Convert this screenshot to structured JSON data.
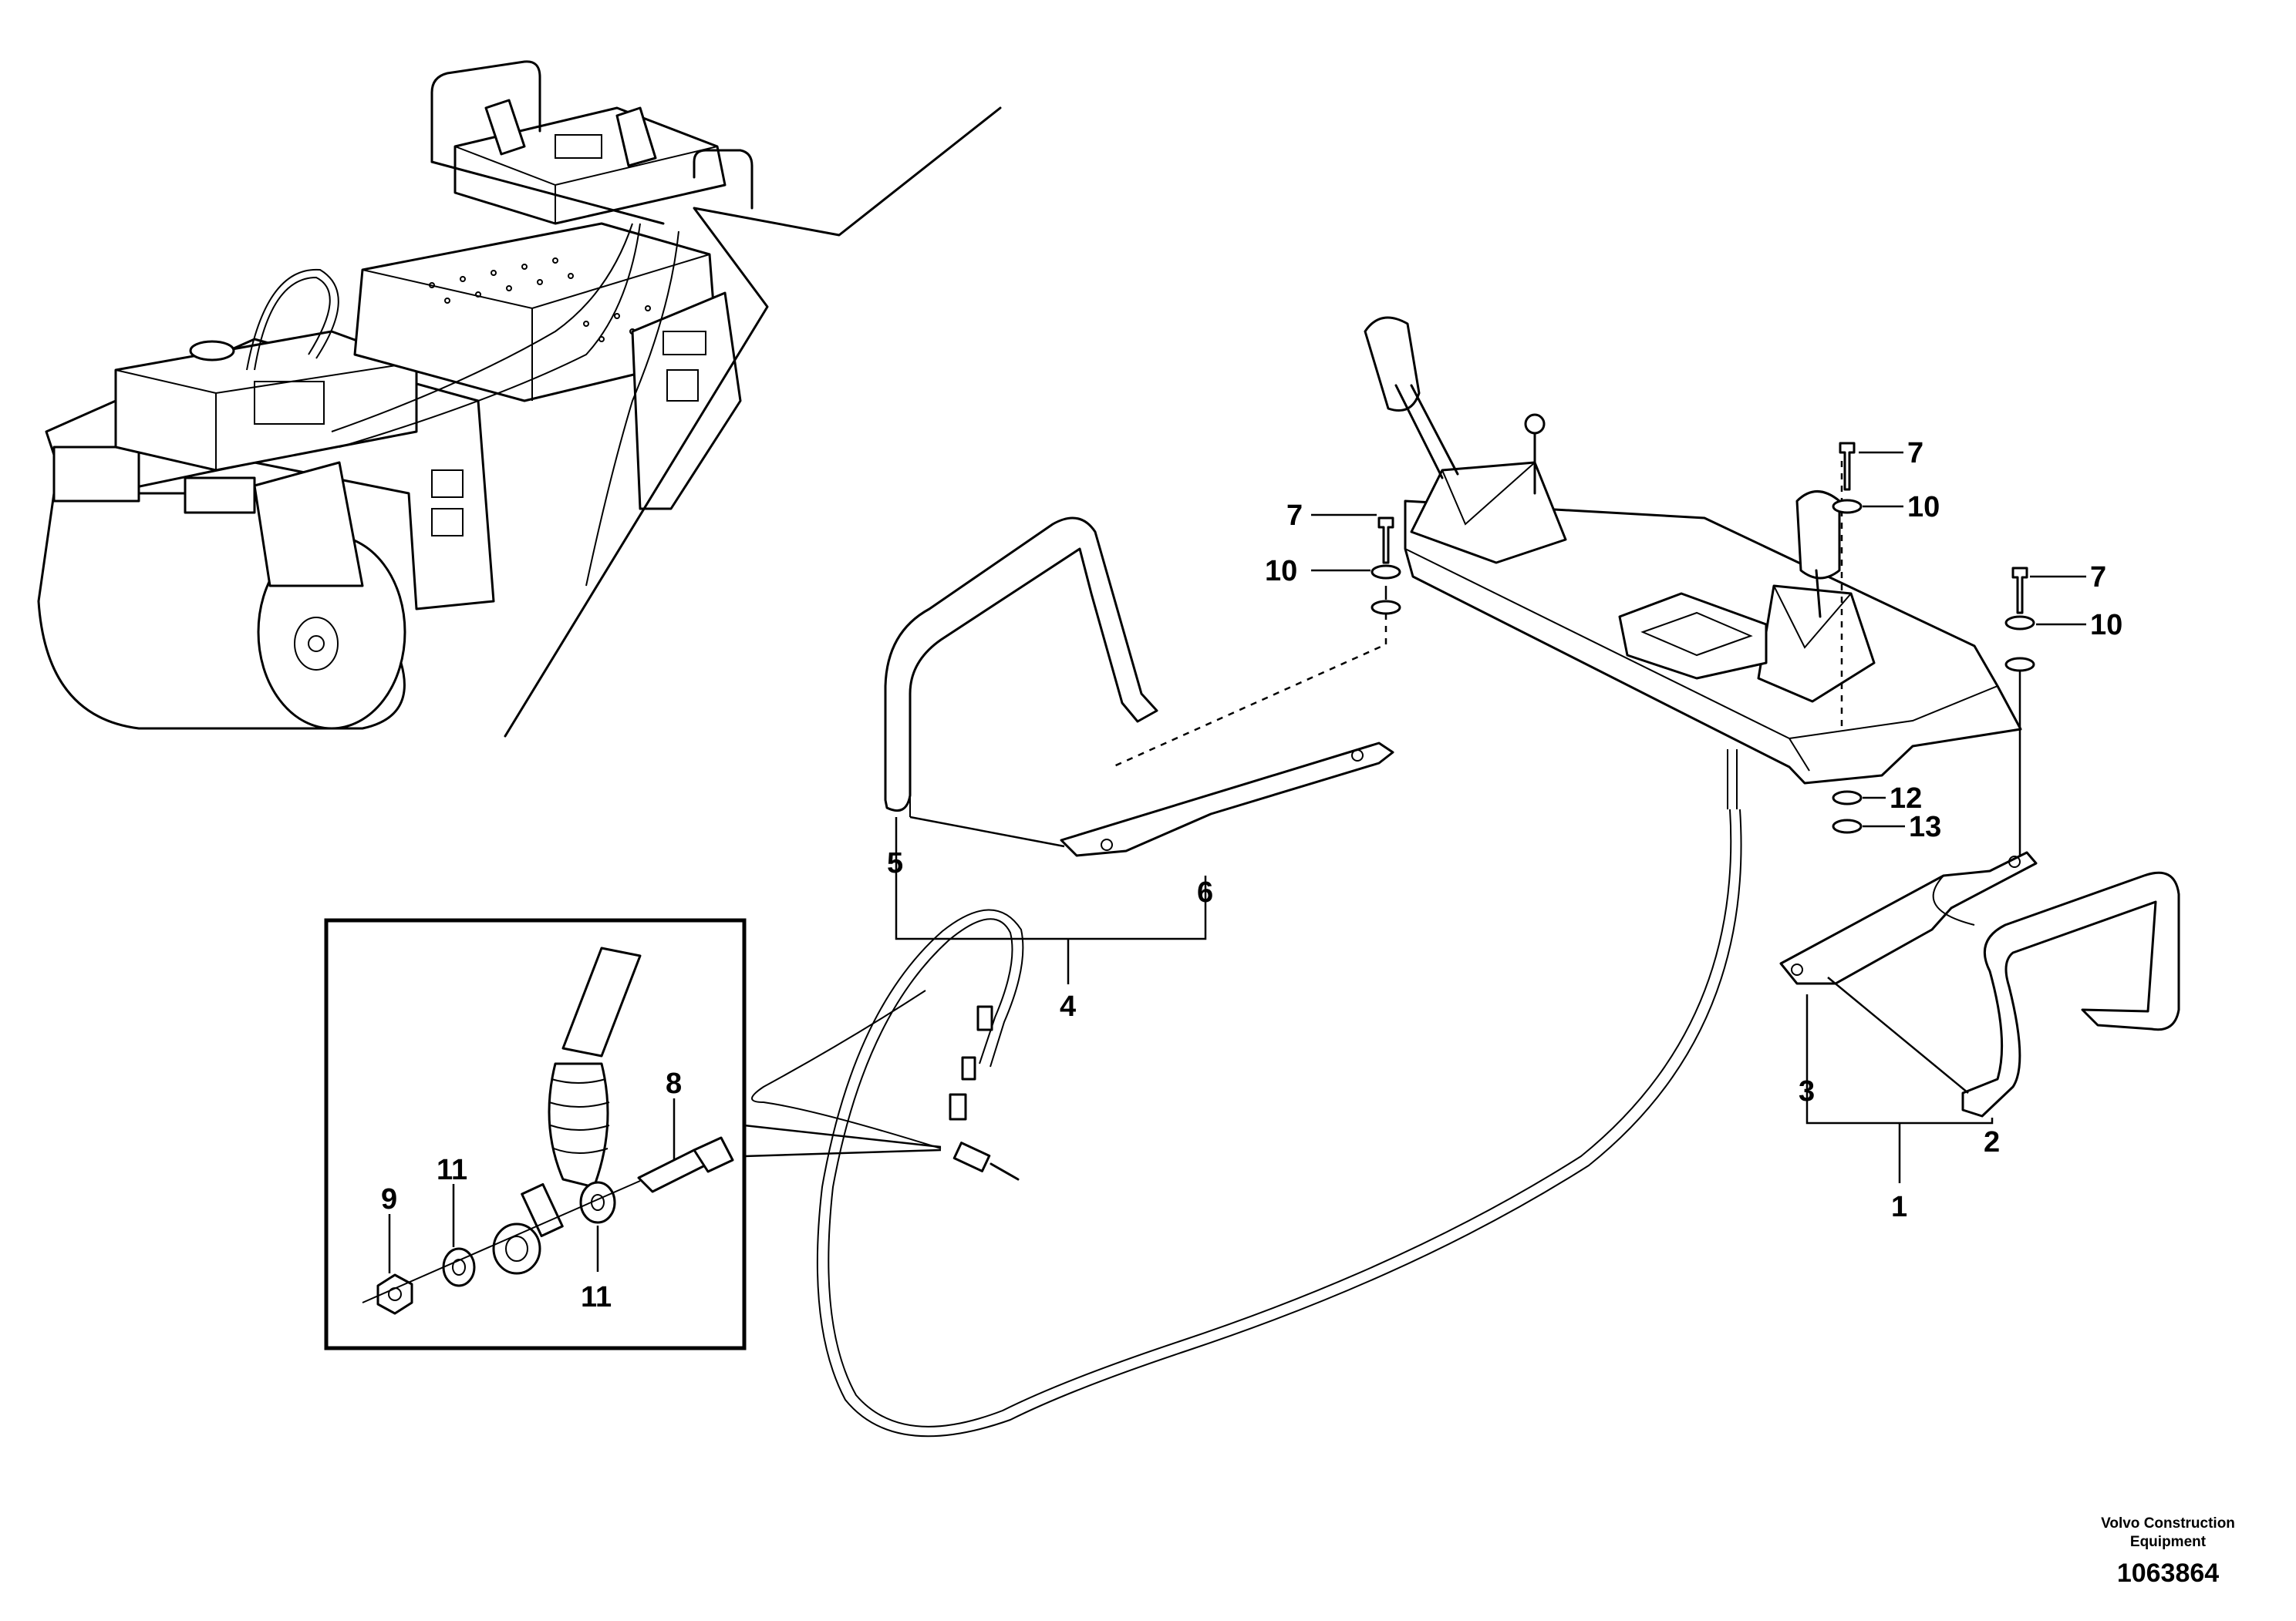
{
  "brand": {
    "line1": "Volvo Construction",
    "line2": "Equipment"
  },
  "document_number": "1063864",
  "callouts": [
    {
      "id": "c7a",
      "label": "7"
    },
    {
      "id": "c10a",
      "label": "10"
    },
    {
      "id": "c7b",
      "label": "7"
    },
    {
      "id": "c10b",
      "label": "10"
    },
    {
      "id": "c7c",
      "label": "7"
    },
    {
      "id": "c10c",
      "label": "10"
    },
    {
      "id": "c12",
      "label": "12"
    },
    {
      "id": "c13",
      "label": "13"
    },
    {
      "id": "c5",
      "label": "5"
    },
    {
      "id": "c6",
      "label": "6"
    },
    {
      "id": "c4",
      "label": "4"
    },
    {
      "id": "c3",
      "label": "3"
    },
    {
      "id": "c2",
      "label": "2"
    },
    {
      "id": "c1",
      "label": "1"
    },
    {
      "id": "c8",
      "label": "8"
    },
    {
      "id": "c9",
      "label": "9"
    },
    {
      "id": "c11a",
      "label": "11"
    },
    {
      "id": "c11b",
      "label": "11"
    }
  ]
}
